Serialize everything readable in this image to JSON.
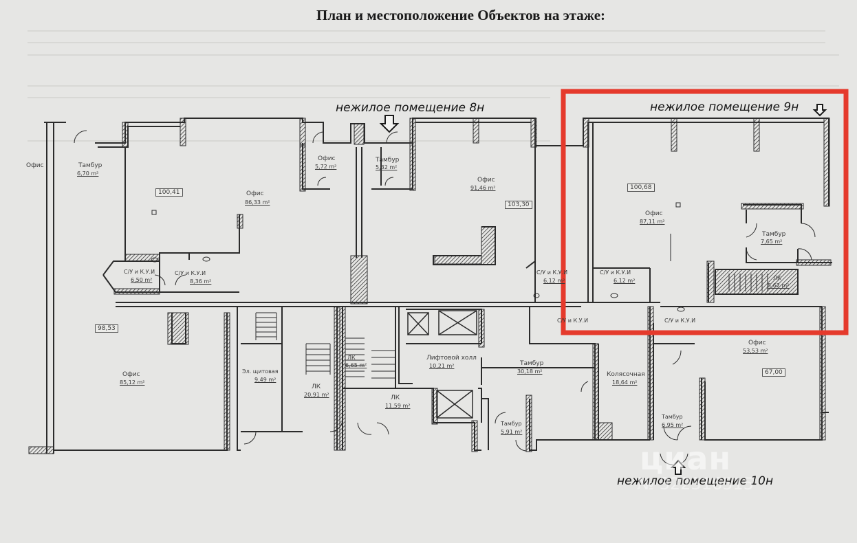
{
  "title": "План и местоположение Объектов на этаже:",
  "callouts": {
    "unit_8n": "нежилое помещение 8н",
    "unit_9n": "нежилое помещение 9н",
    "unit_10n": "нежилое помещение 10н"
  },
  "rooms": {
    "office_left_top": {
      "name": "Офис",
      "area": "86,33 m²",
      "code": "100,41"
    },
    "vestibule_left": {
      "name": "Тамбур",
      "area": "6,70 m²"
    },
    "office_far_left": {
      "name": "Офис"
    },
    "office_small": {
      "name": "Офис",
      "area": "5,72 m²"
    },
    "vestibule_8n": {
      "name": "Тамбур",
      "area": "5,32 m²"
    },
    "office_8n": {
      "name": "Офис",
      "area": "91,46 m²",
      "code": "103,30"
    },
    "office_9n": {
      "name": "Офис",
      "area": "87,11 m²",
      "code": "100,68"
    },
    "vestibule_9n": {
      "name": "Тамбур",
      "area": "7,65 m²"
    },
    "stair_9n": {
      "name": "ЛК",
      "area": "5,62 m²"
    },
    "wc1": {
      "name": "С/У и К.У.И",
      "area": "6,50 m²"
    },
    "wc2": {
      "name": "С/У и К.У.И",
      "area": "8,36 m²"
    },
    "wc3": {
      "name": "С/У и К.У.И",
      "area": "6,12 m²"
    },
    "wc4": {
      "name": "С/У и К.У.И",
      "area": "6,12 m²"
    },
    "wc5": {
      "name": "С/У и К.У.И"
    },
    "wc6": {
      "name": "С/У и К.У.И"
    },
    "office_bottom_left": {
      "name": "Офис",
      "area": "85,12 m²",
      "code": "98,53"
    },
    "electrical": {
      "name": "Эл. щитовая",
      "area": "9,49 m²"
    },
    "stair_1": {
      "name": "ЛК",
      "area": "20,91 m²"
    },
    "stair_2": {
      "name": "ЛК",
      "area": "6,65 m²"
    },
    "stair_3": {
      "name": "ЛК",
      "area": "11,59 m²"
    },
    "elevator_hall": {
      "name": "Лифтовой холл",
      "area": "10,21 m²"
    },
    "vestibule_center": {
      "name": "Тамбур",
      "area": "30,18 m²"
    },
    "vestibule_small": {
      "name": "Тамбур",
      "area": "5,91 m²"
    },
    "stroller": {
      "name": "Колясочная",
      "area": "18,64 m²"
    },
    "vestibule_10n": {
      "name": "Тамбур",
      "area": "6,95 m²"
    },
    "office_10n": {
      "name": "Офис",
      "area": "53,53 m²",
      "code": "67,00"
    }
  },
  "watermark": {
    "brand": "циан",
    "id": "№ 322316515"
  },
  "colors": {
    "highlight": "#e53a2c",
    "wall": "#2b2b2b",
    "paper": "#e6e6e4"
  }
}
